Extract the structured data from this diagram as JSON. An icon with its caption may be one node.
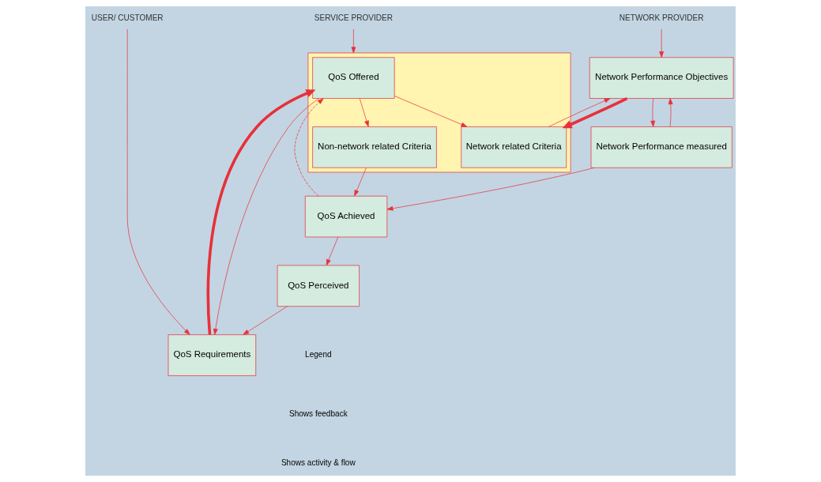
{
  "diagram": {
    "nodes": [
      {
        "text": [
          "USER/ CUSTOMER"
        ]
      },
      {
        "text": [
          "SERVICE PROVIDER"
        ]
      },
      {
        "text": [
          "NETWORK PROVIDER"
        ]
      },
      {
        "text": [
          "QoS Requirements"
        ]
      },
      {
        "text": [],
        "shape": "box"
      },
      {
        "text": [
          "QoS Offered"
        ],
        "in": 4
      },
      {
        "text": [
          "Network related Criteria"
        ],
        "in": 4
      },
      {
        "text": [
          "Non-network related Criteria"
        ],
        "in": 4
      },
      {
        "text": [
          "Network Performance Objectives"
        ]
      },
      {
        "text": [
          "QoS Perceived"
        ]
      },
      {
        "text": [
          "QoS Achieved"
        ]
      },
      {
        "text": [
          "Network Performance measured"
        ]
      }
    ],
    "edges": [
      {
        "from": 0,
        "to": 3,
        "arrow": "to"
      },
      {
        "from": 1,
        "to": 4,
        "arrow": "to"
      },
      {
        "from": 2,
        "to": 8,
        "arrow": "to"
      },
      {
        "from": 5,
        "to": 3,
        "arrow": "to"
      },
      {
        "from": 3,
        "to": 5,
        "arrow": "to",
        "style": "thick"
      },
      {
        "from": 5,
        "to": 6,
        "arrow": "to"
      },
      {
        "from": 5,
        "to": 7,
        "arrow": "to"
      },
      {
        "from": 6,
        "to": 8,
        "arrow": "to"
      },
      {
        "from": 8,
        "to": 6,
        "arrow": "to",
        "style": "thick"
      },
      {
        "from": 8,
        "to": 11,
        "arrow": "to"
      },
      {
        "from": 11,
        "to": 8,
        "arrow": "to"
      },
      {
        "from": 10,
        "to": 5,
        "arrow": "to",
        "style": "dashed"
      },
      {
        "from": 7,
        "to": 10,
        "arrow": "to"
      },
      {
        "from": 11,
        "to": 10,
        "arrow": "to"
      },
      {
        "from": 10,
        "to": 9,
        "arrow": "to"
      },
      {
        "from": 9,
        "to": 3,
        "arrow": "to"
      }
    ],
    "labels": [
      "Legend"
    ],
    "legend": [
      {
        "text": "Shows feedback"
      },
      {
        "text": "Shows activity & flow"
      }
    ]
  }
}
